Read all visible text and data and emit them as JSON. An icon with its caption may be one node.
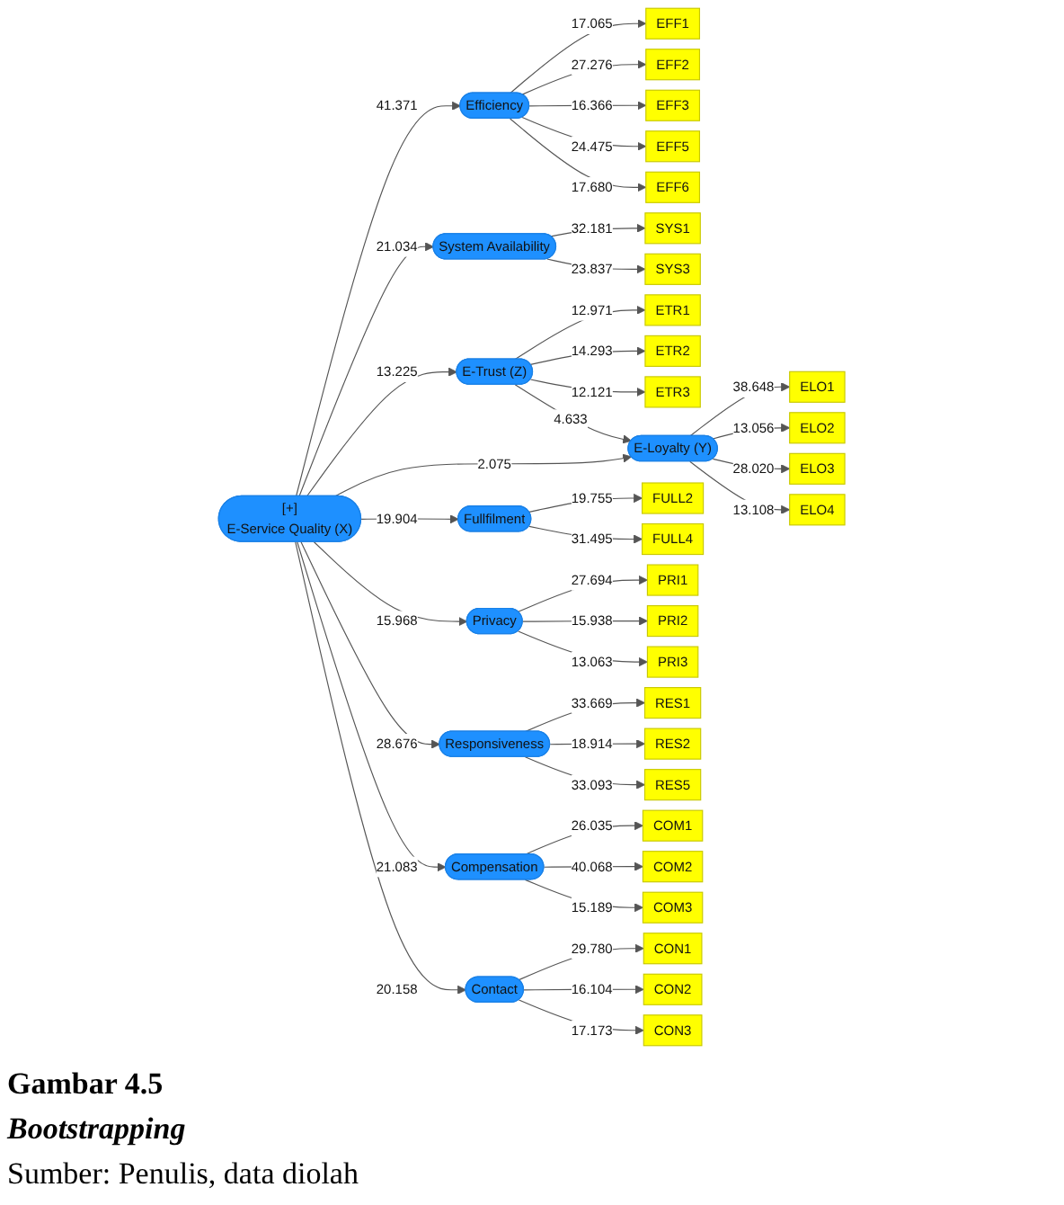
{
  "diagram": {
    "caption": "Gambar 4.5",
    "nodes": [
      {
        "text": [
          "EFF1"
        ]
      },
      {
        "text": [
          "EFF2"
        ]
      },
      {
        "text": [
          "EFF3"
        ]
      },
      {
        "text": [
          "EFF5"
        ]
      },
      {
        "text": [
          "EFF6"
        ]
      },
      {
        "text": [
          "Efficiency"
        ]
      },
      {
        "text": [
          "SYS1"
        ]
      },
      {
        "text": [
          "SYS3"
        ]
      },
      {
        "text": [
          "System Availability"
        ]
      },
      {
        "text": [
          "ETR1"
        ]
      },
      {
        "text": [
          "ETR2"
        ]
      },
      {
        "text": [
          "ETR3"
        ]
      },
      {
        "text": [
          "E-Trust (Z)"
        ]
      },
      {
        "text": [
          "FULL2"
        ]
      },
      {
        "text": [
          "FULL4"
        ]
      },
      {
        "text": [
          "Fullfilment"
        ]
      },
      {
        "text": [
          "[+]",
          "E-Service Quality (X)"
        ]
      },
      {
        "text": [
          "E-Loyalty (Y)"
        ]
      },
      {
        "text": [
          "ELO1"
        ]
      },
      {
        "text": [
          "ELO2"
        ]
      },
      {
        "text": [
          "ELO3"
        ]
      },
      {
        "text": [
          "ELO4"
        ]
      },
      {
        "text": [
          "PRI1"
        ]
      },
      {
        "text": [
          "PRI2"
        ]
      },
      {
        "text": [
          "PRI3"
        ]
      },
      {
        "text": [
          "Privacy"
        ]
      },
      {
        "text": [
          "RES1"
        ]
      },
      {
        "text": [
          "RES2"
        ]
      },
      {
        "text": [
          "RES5"
        ]
      },
      {
        "text": [
          "Responsiveness"
        ]
      },
      {
        "text": [
          "COM1"
        ]
      },
      {
        "text": [
          "COM2"
        ]
      },
      {
        "text": [
          "COM3"
        ]
      },
      {
        "text": [
          "Compensation"
        ]
      },
      {
        "text": [
          "CON1"
        ]
      },
      {
        "text": [
          "CON2"
        ]
      },
      {
        "text": [
          "CON3"
        ]
      },
      {
        "text": [
          "Contact"
        ]
      }
    ],
    "edges": [
      {
        "from": 5,
        "to": 0,
        "arrow": "to",
        "label": "17.065"
      },
      {
        "from": 5,
        "to": 1,
        "arrow": "to",
        "label": "27.276"
      },
      {
        "from": 5,
        "to": 2,
        "arrow": "to",
        "label": "16.366"
      },
      {
        "from": 5,
        "to": 3,
        "arrow": "to",
        "label": "24.475"
      },
      {
        "from": 5,
        "to": 4,
        "arrow": "to",
        "label": "17.680"
      },
      {
        "from": 16,
        "to": 5,
        "arrow": "to",
        "label": "41.371"
      },
      {
        "from": 8,
        "to": 6,
        "arrow": "to",
        "label": "32.181"
      },
      {
        "from": 8,
        "to": 7,
        "arrow": "to",
        "label": "23.837"
      },
      {
        "from": 16,
        "to": 8,
        "arrow": "to",
        "label": "21.034"
      },
      {
        "from": 12,
        "to": 9,
        "arrow": "to",
        "label": "12.971"
      },
      {
        "from": 12,
        "to": 10,
        "arrow": "to",
        "label": "14.293"
      },
      {
        "from": 12,
        "to": 11,
        "arrow": "to",
        "label": "12.121"
      },
      {
        "from": 16,
        "to": 12,
        "arrow": "to",
        "label": "13.225"
      },
      {
        "from": 15,
        "to": 13,
        "arrow": "to",
        "label": "19.755"
      },
      {
        "from": 15,
        "to": 14,
        "arrow": "to",
        "label": "31.495"
      },
      {
        "from": 16,
        "to": 15,
        "arrow": "to",
        "label": "19.904"
      },
      {
        "from": 12,
        "to": 17,
        "arrow": "to",
        "label": "4.633"
      },
      {
        "from": 16,
        "to": 17,
        "arrow": "to",
        "label": "2.075"
      },
      {
        "from": 17,
        "to": 18,
        "arrow": "to",
        "label": "38.648"
      },
      {
        "from": 17,
        "to": 19,
        "arrow": "to",
        "label": "13.056"
      },
      {
        "from": 17,
        "to": 20,
        "arrow": "to",
        "label": "28.020"
      },
      {
        "from": 17,
        "to": 21,
        "arrow": "to",
        "label": "13.108"
      },
      {
        "from": 16,
        "to": 25,
        "arrow": "to",
        "label": "15.968"
      },
      {
        "from": 25,
        "to": 22,
        "arrow": "to",
        "label": "27.694"
      },
      {
        "from": 25,
        "to": 23,
        "arrow": "to",
        "label": "15.938"
      },
      {
        "from": 25,
        "to": 24,
        "arrow": "to",
        "label": "13.063"
      },
      {
        "from": 16,
        "to": 29,
        "arrow": "to",
        "label": "28.676"
      },
      {
        "from": 29,
        "to": 26,
        "arrow": "to",
        "label": "33.669"
      },
      {
        "from": 29,
        "to": 27,
        "arrow": "to",
        "label": "18.914"
      },
      {
        "from": 29,
        "to": 28,
        "arrow": "to",
        "label": "33.093"
      },
      {
        "from": 16,
        "to": 33,
        "arrow": "to",
        "label": "21.083"
      },
      {
        "from": 33,
        "to": 30,
        "arrow": "to",
        "label": "26.035"
      },
      {
        "from": 33,
        "to": 31,
        "arrow": "to",
        "label": "40.068"
      },
      {
        "from": 33,
        "to": 32,
        "arrow": "to",
        "label": "15.189"
      },
      {
        "from": 16,
        "to": 37,
        "arrow": "to",
        "label": "20.158"
      },
      {
        "from": 37,
        "to": 34,
        "arrow": "to",
        "label": "29.780"
      },
      {
        "from": 37,
        "to": 35,
        "arrow": "to",
        "label": "16.104"
      },
      {
        "from": 37,
        "to": 36,
        "arrow": "to",
        "label": "17.173"
      }
    ],
    "labels": [
      "Bootstrapping",
      "Sumber: Penulis, data diolah"
    ]
  }
}
